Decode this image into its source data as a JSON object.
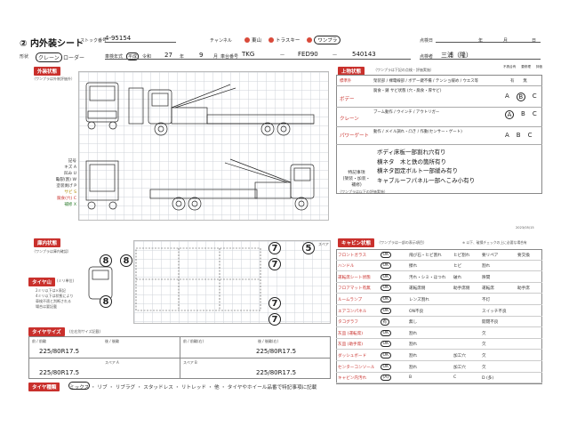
{
  "header": {
    "title": "② 内外装シート",
    "stock_label": "ストック番号",
    "stock_no": "4-95154",
    "channel_label": "チャンネル",
    "channel_opt1": "東山",
    "channel_opt2": "トラスキー",
    "channel_opt3": "ワンプラ",
    "date_label": "点検日",
    "year_label": "年",
    "month_label": "月",
    "day_label": "日",
    "shape_label": "形状",
    "shape_value": "クレーン",
    "shape_suffix": "ローダー",
    "year_reg_label": "車検年式",
    "era": "平成",
    "era2": "令和",
    "reg_year": "27",
    "reg_year_unit": "年",
    "reg_month": "9",
    "reg_month_unit": "月",
    "model_label": "車台番号",
    "maker": "TKG",
    "model": "FED90",
    "serial": "540143",
    "inspector_label": "点検者",
    "inspector": "三浦（隆）"
  },
  "exterior": {
    "head": "外装状態",
    "note": "（ワンプラは外装評価外）",
    "legend_title": "記号",
    "legend": [
      "キズ A",
      "凹み U",
      "亀裂(割) W",
      "塗装剥げ P",
      "サビ S",
      "腐食(穴) C",
      "補修 X"
    ]
  },
  "top_condition": {
    "head": "上物状態",
    "note": "（ワンプラは下記の点検・評価実施）",
    "col_headers": [
      "不具合有",
      "要修理",
      "評価"
    ],
    "items": [
      {
        "label": "標準外",
        "text": "架装部 / 裸電線部 / ボデー鍵不備 / テンショ緩め / ウエス等",
        "grade": [
          "有",
          "無"
        ]
      },
      {
        "label": "ボデー",
        "text": "腐食・錆 サビ状態 (穴・腐食・厚サビ)",
        "grade": [
          "A",
          "B",
          "C"
        ]
      },
      {
        "label": "クレーン",
        "text": "ブーム動作 / ウインチ / アウトリガー",
        "grade": [
          "A",
          "B",
          "C"
        ]
      },
      {
        "label": "パワーゲート",
        "text": "動作 / メイル調れ・凸き / 作動(センサー・ゲート)",
        "grade": [
          "A",
          "B",
          "C"
        ]
      }
    ],
    "special_label": "特記事項\n(架装・加装・補修)",
    "special_lines": [
      "ボディ床板一部割れ穴有り",
      "横ネタ　木と鉄の箇所有り",
      "横ネタ固定ボルト一部緩み有り",
      "キャブルーフパネル一部へこみ小有り"
    ],
    "footer_note": "（ワンプラは以下の評価実施）",
    "date_stamp": "2023/05/15"
  },
  "interior": {
    "head": "庫内状態",
    "note": "（ワンプラは庫内確認）",
    "tire_head": "タイヤ山",
    "tire_unit": "(ミリ単位)",
    "tire_notes": [
      "2ミリ以下は×表記",
      "4ミリ以下は状態により",
      "車検不適と判断される",
      "場合は要記載"
    ],
    "depths_left": [
      "8",
      "8",
      "8"
    ],
    "depths_right": [
      "7",
      "7",
      "7",
      "7"
    ],
    "depth_spare": "5",
    "spare_label": "スペア"
  },
  "cab": {
    "head": "キャビン状態",
    "note": "（ワンプラは一部の表示項目）",
    "note_right": "※ 以下、破損チェックの上に必要な場合有",
    "rows": [
      {
        "label": "フロントガラス",
        "c1": "OK",
        "c2": "飛び石・ヒビ割れ",
        "c3": "ヒビ割れ",
        "c4": "要リペア",
        "c5": "要交換"
      },
      {
        "label": "ハンドル",
        "c1": "OK",
        "c2": "擦れ",
        "c3": "ヒビ",
        "c4": "割れ",
        "c5": ""
      },
      {
        "label": "運転席シート状態",
        "c1": "OK",
        "c2": "汚れ・シミ・ほつれ",
        "c3": "破れ",
        "c4": "隙間",
        "c5": ""
      },
      {
        "label": "フロアマット有無",
        "c1": "OK",
        "c2": "運転席側",
        "c3": "助手席側",
        "c4": "運転席",
        "c5": "助手席"
      },
      {
        "label": "ルームランプ",
        "c1": "OK",
        "c2": "レンズ割れ",
        "c3": "",
        "c4": "不灯",
        "c5": ""
      },
      {
        "label": "エアコンパネル",
        "c1": "OK",
        "c2": "ON不良",
        "c3": "",
        "c4": "スイッチ不良",
        "c5": ""
      },
      {
        "label": "タコグラフ",
        "c1": "有",
        "c2": "無し",
        "c3": "",
        "c4": "開閉不良",
        "c5": ""
      },
      {
        "label": "灰皿 (運転席)",
        "c1": "OK",
        "c2": "割れ",
        "c3": "",
        "c4": "欠",
        "c5": ""
      },
      {
        "label": "灰皿 (助手席)",
        "c1": "OK",
        "c2": "割れ",
        "c3": "",
        "c4": "欠",
        "c5": ""
      },
      {
        "label": "ダッシュボード",
        "c1": "OK",
        "c2": "割れ",
        "c3": "加工穴",
        "c4": "欠",
        "c5": ""
      },
      {
        "label": "センターコンソール",
        "c1": "OK",
        "c2": "割れ",
        "c3": "加工穴",
        "c4": "欠",
        "c5": ""
      },
      {
        "label": "キャビン内汚れ",
        "c1": "(A)",
        "c2": "B",
        "c3": "C",
        "c4": "D (多)",
        "c5": ""
      }
    ]
  },
  "tire_size": {
    "head": "タイヤサイズ",
    "note": "(左右別サイズ記載)",
    "fl_label": "前 / 前輪",
    "fr_label": "前 / 前輪(右)",
    "rl_label": "後 / 後輪",
    "rr_label": "後 / 後輪(右)",
    "fl": "225/80R17.5",
    "fr": "225/80R17.5",
    "spare_a_label": "スペア A",
    "spare_b_label": "スペア B",
    "spare_a": "225/80R17.5",
    "spare_b": "225/80R17.5"
  },
  "tire_type": {
    "head": "タイヤ種類",
    "options": "ミックス ・ リブ ・ リブラグ ・ スタッドレス ・ リトレッド ・ 他 ・ タイヤやホイール品番で特記事項に記載"
  }
}
